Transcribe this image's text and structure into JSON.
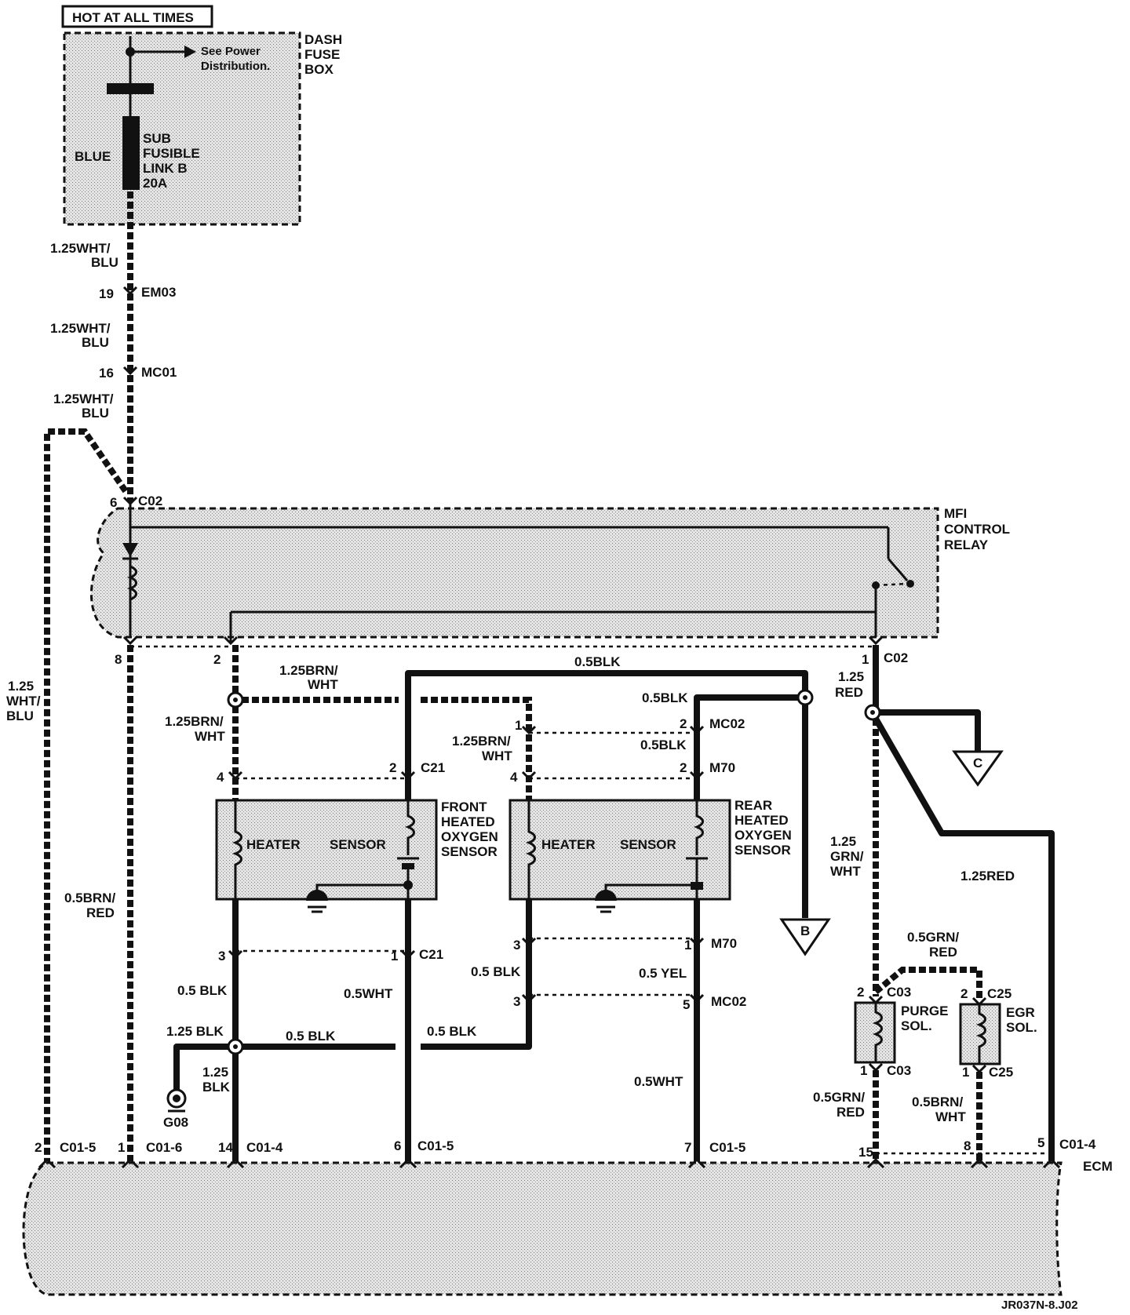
{
  "hot_label": "HOT AT ALL TIMES",
  "dash_fuse_box": {
    "line1": "DASH",
    "line2": "FUSE",
    "line3": "BOX"
  },
  "power_note": {
    "line1": "See Power",
    "line2": "Distribution."
  },
  "fusible": {
    "color": "BLUE",
    "line1": "SUB",
    "line2": "FUSIBLE",
    "line3": "LINK B",
    "line4": "20A"
  },
  "wires": {
    "w_wht_blu_a1": "1.25WHT/",
    "w_wht_blu_a2": "BLU",
    "w_wht_blu_b1": "1.25WHT/",
    "w_wht_blu_b2": "BLU",
    "w_wht_blu_c1": "1.25WHT/",
    "w_wht_blu_c2": "BLU",
    "w_left_1": "1.25",
    "w_left_2": "WHT/",
    "w_left_3": "BLU",
    "w_brn_red_1": "0.5BRN/",
    "w_brn_red_2": "RED",
    "w_brn_wht_top_1": "1.25BRN/",
    "w_brn_wht_top_2": "WHT",
    "w_brn_wht_a1": "1.25BRN/",
    "w_brn_wht_a2": "WHT",
    "w_brn_wht_b1": "1.25BRN/",
    "w_brn_wht_b2": "WHT",
    "w_blk_top": "0.5BLK",
    "w_blk_rear": "0.5BLK",
    "w_blk_mc02": "0.5BLK",
    "w_red_1": "1.25",
    "w_red_2": "RED",
    "w_grn_wht_1": "1.25",
    "w_grn_wht_2": "GRN/",
    "w_grn_wht_3": "WHT",
    "w_red_right": "1.25RED",
    "w_grn_red_top_1": "0.5GRN/",
    "w_grn_red_top_2": "RED",
    "w_grn_red_bot_1": "0.5GRN/",
    "w_grn_red_bot_2": "RED",
    "w_brn_wht_egr_1": "0.5BRN/",
    "w_brn_wht_egr_2": "WHT",
    "w_blk_front": "0.5 BLK",
    "w_wht_front": "0.5WHT",
    "w_blk_rear_low": "0.5 BLK",
    "w_yel": "0.5 YEL",
    "w_blk_125": "1.25 BLK",
    "w_blk_mid": "0.5 BLK",
    "w_blk_mid2": "0.5 BLK",
    "w_blk_gnd_1": "1.25",
    "w_blk_gnd_2": "BLK",
    "w_wht_rear": "0.5WHT"
  },
  "connectors": {
    "em03": "EM03",
    "em03_pin": "19",
    "mc01": "MC01",
    "mc01_pin": "16",
    "c02_top": "C02",
    "c02_top_pin": "6",
    "c02_bot": "C02",
    "c02_bot_pin1": "1",
    "c02_pin8": "8",
    "c02_pin2": "2",
    "c21_top": "C21",
    "c21_pin2": "2",
    "c21_pin4": "4",
    "mc02_top": "MC02",
    "mc02_pin2": "2",
    "mc02_pin1": "1",
    "m70_top": "M70",
    "m70_pin2": "2",
    "m70_pin4": "4",
    "c21_bot": "C21",
    "c21_pin3": "3",
    "c21_pin1": "1",
    "m70_bot": "M70",
    "m70_pin3": "3",
    "m70_pin1": "1",
    "mc02_bot": "MC02",
    "mc02_pin3": "3",
    "mc02_pin5": "5",
    "c03_top": "C03",
    "c03_pin2": "2",
    "c03_bot": "C03",
    "c03_pin1": "1",
    "c25_top": "C25",
    "c25_pin2": "2",
    "c25_bot": "C25",
    "c25_pin1": "1",
    "ecm_1": "C01-5",
    "ecm_1_pin": "2",
    "ecm_2": "C01-6",
    "ecm_2_pin": "1",
    "ecm_3": "C01-4",
    "ecm_3_pin": "14",
    "ecm_4": "C01-5",
    "ecm_4_pin": "6",
    "ecm_5": "C01-5",
    "ecm_5_pin": "7",
    "ecm_6_pin": "15",
    "ecm_7_pin": "8",
    "ecm_8": "C01-4",
    "ecm_8_pin": "5"
  },
  "components": {
    "mfi_relay": {
      "line1": "MFI",
      "line2": "CONTROL",
      "line3": "RELAY"
    },
    "front_sensor": {
      "line1": "FRONT",
      "line2": "HEATED",
      "line3": "OXYGEN",
      "line4": "SENSOR",
      "heater": "HEATER",
      "sensor": "SENSOR"
    },
    "rear_sensor": {
      "line1": "REAR",
      "line2": "HEATED",
      "line3": "OXYGEN",
      "line4": "SENSOR",
      "heater": "HEATER",
      "sensor": "SENSOR"
    },
    "purge": {
      "line1": "PURGE",
      "line2": "SOL."
    },
    "egr": {
      "line1": "EGR",
      "line2": "SOL."
    },
    "ecm": "ECM",
    "ground": "G08",
    "ref_b": "B",
    "ref_c": "C"
  },
  "figure_id": "JR037N-8.J02"
}
